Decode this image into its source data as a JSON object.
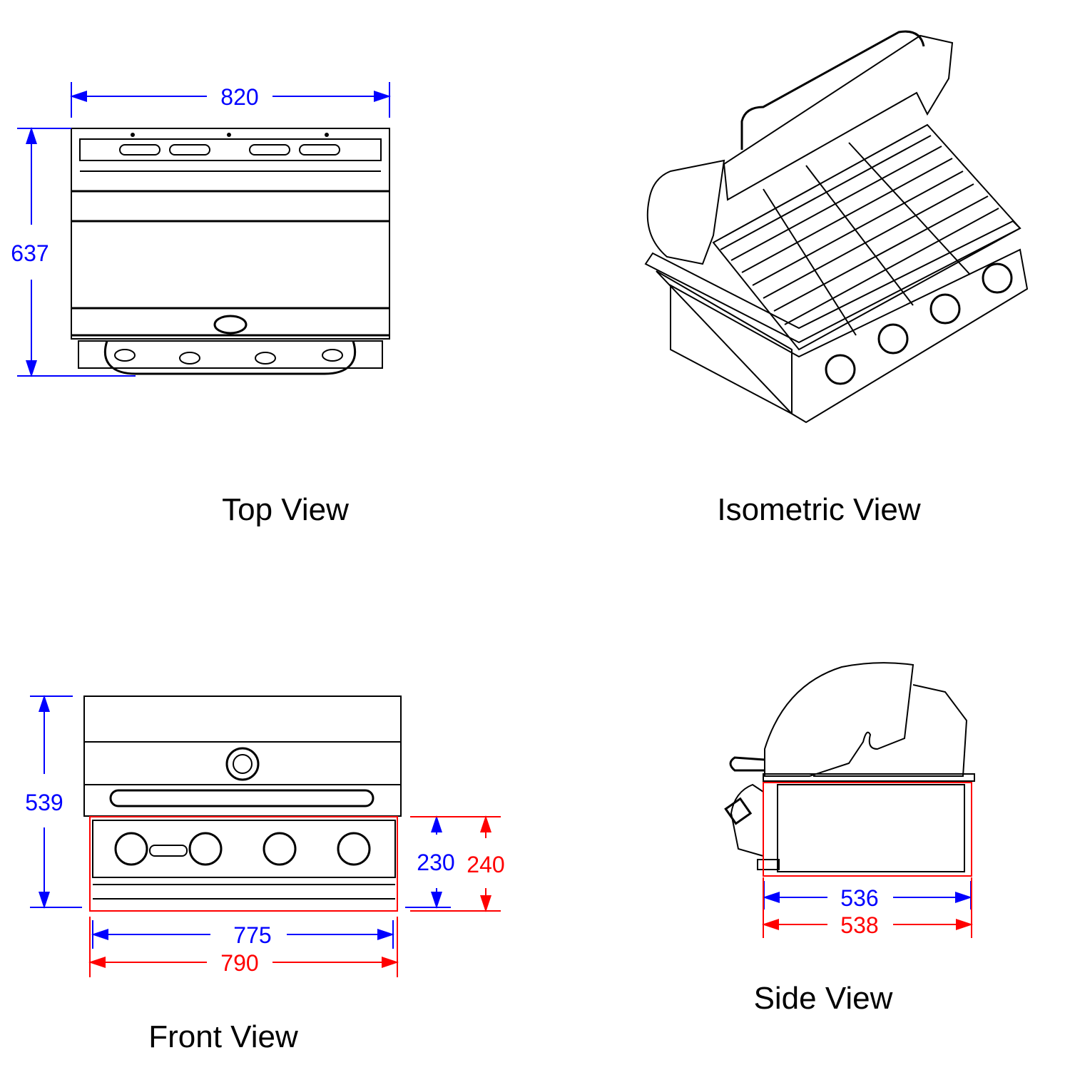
{
  "colors": {
    "dimension_blue": "#0000ff",
    "dimension_red": "#ff0000",
    "line": "#000000"
  },
  "views": {
    "top": {
      "label": "Top View",
      "width": "820",
      "depth": "637"
    },
    "isometric": {
      "label": "Isometric View"
    },
    "front": {
      "label": "Front View",
      "height": "539",
      "inner_height": "230",
      "outer_height": "240",
      "inner_width": "775",
      "outer_width": "790"
    },
    "side": {
      "label": "Side View",
      "inner_depth": "536",
      "outer_depth": "538"
    }
  }
}
